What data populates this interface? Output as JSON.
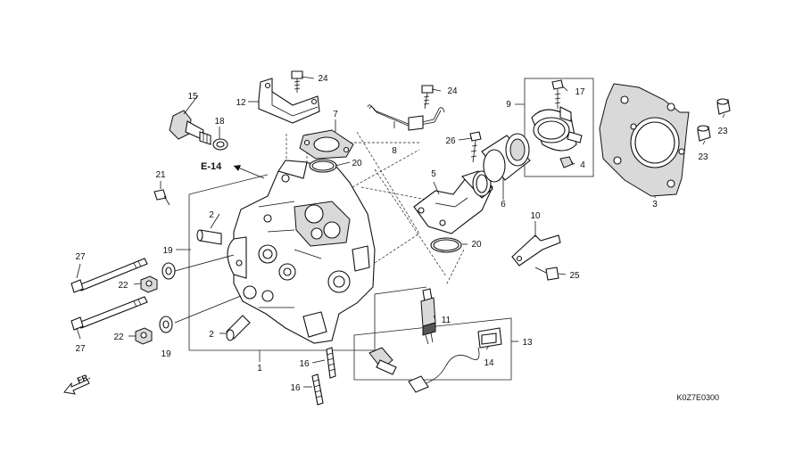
{
  "diagram": {
    "callouts": [
      {
        "id": "c1",
        "text": "1"
      },
      {
        "id": "c2a",
        "text": "2"
      },
      {
        "id": "c2b",
        "text": "2"
      },
      {
        "id": "c3",
        "text": "3"
      },
      {
        "id": "c4",
        "text": "4"
      },
      {
        "id": "c5",
        "text": "5"
      },
      {
        "id": "c6",
        "text": "6"
      },
      {
        "id": "c7",
        "text": "7"
      },
      {
        "id": "c8",
        "text": "8"
      },
      {
        "id": "c9",
        "text": "9"
      },
      {
        "id": "c10",
        "text": "10"
      },
      {
        "id": "c11",
        "text": "11"
      },
      {
        "id": "c12",
        "text": "12"
      },
      {
        "id": "c13",
        "text": "13"
      },
      {
        "id": "c14",
        "text": "14"
      },
      {
        "id": "c15",
        "text": "15"
      },
      {
        "id": "c16a",
        "text": "16"
      },
      {
        "id": "c16b",
        "text": "16"
      },
      {
        "id": "c17",
        "text": "17"
      },
      {
        "id": "c18",
        "text": "18"
      },
      {
        "id": "c19a",
        "text": "19"
      },
      {
        "id": "c19b",
        "text": "19"
      },
      {
        "id": "c20a",
        "text": "20"
      },
      {
        "id": "c20b",
        "text": "20"
      },
      {
        "id": "c21",
        "text": "21"
      },
      {
        "id": "c22a",
        "text": "22"
      },
      {
        "id": "c22b",
        "text": "22"
      },
      {
        "id": "c23a",
        "text": "23"
      },
      {
        "id": "c23b",
        "text": "23"
      },
      {
        "id": "c24a",
        "text": "24"
      },
      {
        "id": "c24b",
        "text": "24"
      },
      {
        "id": "c25",
        "text": "25"
      },
      {
        "id": "c26",
        "text": "26"
      },
      {
        "id": "c27a",
        "text": "27"
      },
      {
        "id": "c27b",
        "text": "27"
      }
    ],
    "reference_label": "E-14",
    "direction_label": "FR.",
    "drawing_code": "K0Z7E0300"
  }
}
